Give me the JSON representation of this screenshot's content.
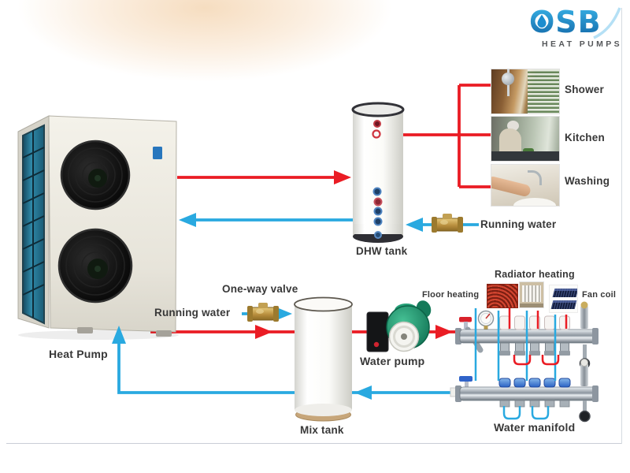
{
  "logo": {
    "brand": "OSB",
    "tagline": "HEAT PUMPS"
  },
  "colors": {
    "hot_pipe": "#ea1c24",
    "cold_pipe": "#29a9e0",
    "label_text": "#383838",
    "logo_blue": "#1b75bc",
    "frame_line": "#c9ced6"
  },
  "equipment": {
    "heat_pump": {
      "label": "Heat Pump"
    },
    "dhw_tank": {
      "label": "DHW tank"
    },
    "mix_tank": {
      "label": "Mix tank"
    },
    "water_pump": {
      "label": "Water pump"
    },
    "water_manifold": {
      "label": "Water manifold"
    },
    "one_way_valve": {
      "label": "One-way valve"
    }
  },
  "water_inlets": {
    "dhw": {
      "label": "Running water"
    },
    "mix": {
      "label": "Running water"
    }
  },
  "hot_water_outlets": [
    {
      "id": "shower",
      "label": "Shower"
    },
    {
      "id": "kitchen",
      "label": "Kitchen"
    },
    {
      "id": "washing",
      "label": "Washing"
    }
  ],
  "heating_circuits": [
    {
      "id": "floor_heating",
      "label": "Floor heating"
    },
    {
      "id": "radiator_heating",
      "label": "Radiator heating"
    },
    {
      "id": "fan_coil",
      "label": "Fan coil"
    }
  ]
}
